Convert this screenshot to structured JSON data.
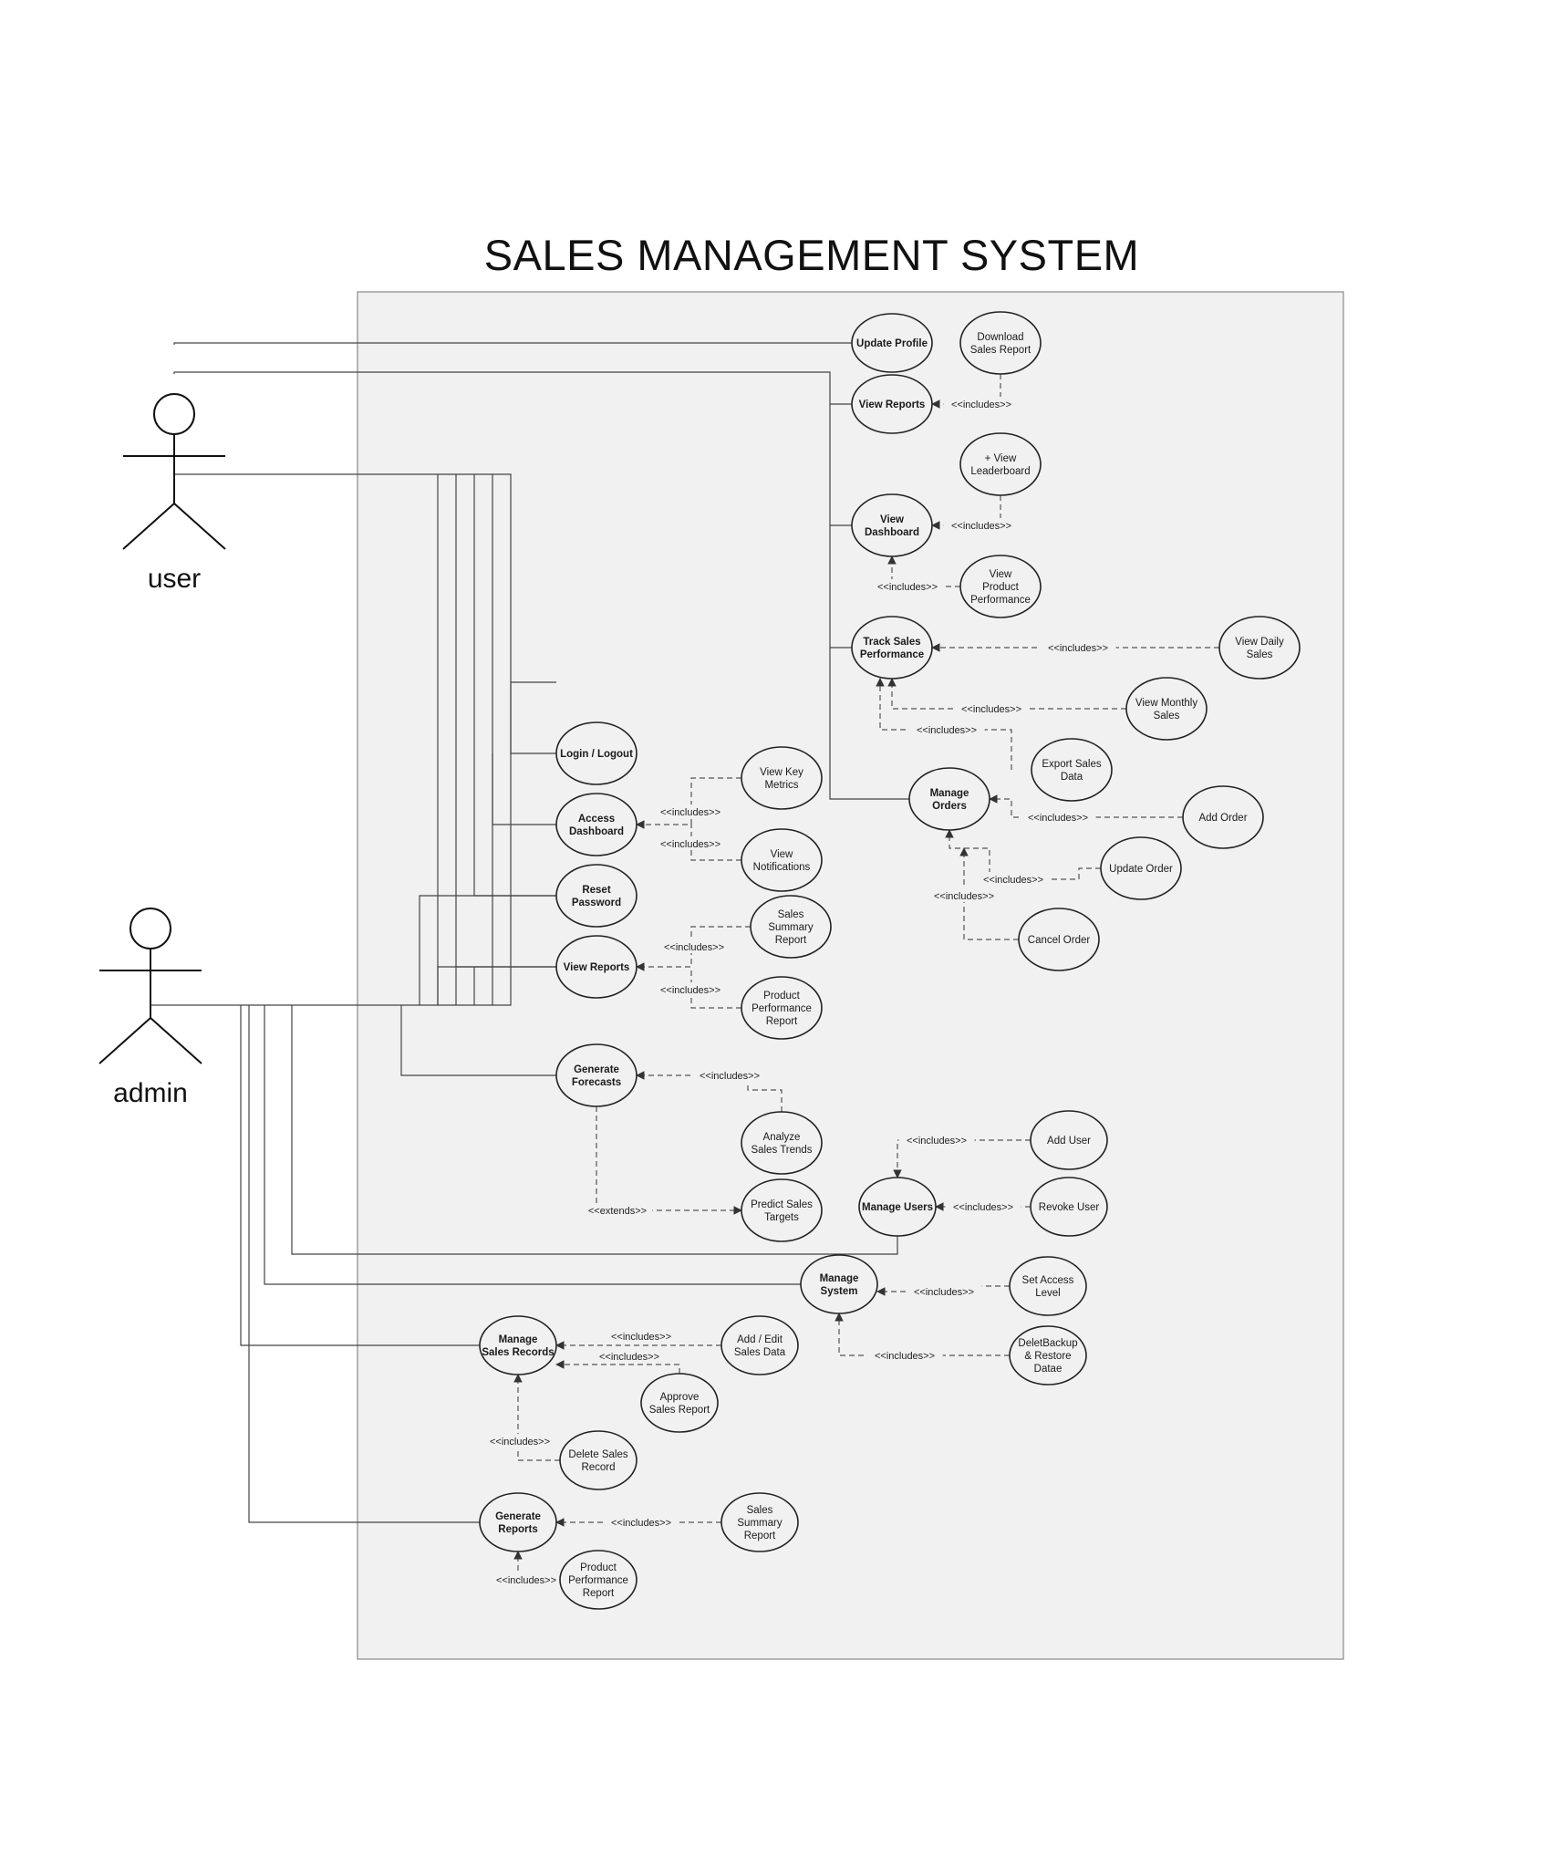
{
  "title": "SALES MANAGEMENT SYSTEM",
  "actors": {
    "user": "user",
    "admin": "admin"
  },
  "use_cases": {
    "update_profile": "Update Profile",
    "download_sales_report": "Download\nSales Report",
    "view_reports_user": "View Reports",
    "view_leaderboard": "+ View\nLeaderboard",
    "view_dashboard": "View\nDashboard",
    "view_product_performance": "View\nProduct\nPerformance",
    "track_sales_performance": "Track Sales\nPerformance",
    "view_daily_sales": "View Daily\nSales",
    "view_monthly_sales": "View Monthly\nSales",
    "export_sales_data": "Export Sales\nData",
    "manage_orders": "Manage\nOrders",
    "add_order": "Add Order",
    "update_order": "Update Order",
    "cancel_order": "Cancel Order",
    "login_logout": "Login / Logout",
    "view_key_metrics": "View Key\nMetrics",
    "access_dashboard": "Access\nDashboard",
    "view_notifications": "View\nNotifications",
    "reset_password": "Reset\nPassword",
    "sales_summary_report_1": "Sales\nSummary\nReport",
    "view_reports_admin": "View Reports",
    "product_performance_report_1": "Product\nPerformance\nReport",
    "generate_forecasts": "Generate\nForecasts",
    "analyze_sales_trends": "Analyze\nSales Trends",
    "predict_sales_targets": "Predict Sales\nTargets",
    "add_user": "Add User",
    "manage_users": "Manage Users",
    "revoke_user": "Revoke User",
    "manage_system": "Manage\nSystem",
    "set_access_level": "Set Access\nLevel",
    "delete_backup_restore": "DeletBackup\n& Restore\nDatae",
    "manage_sales_records": "Manage\nSales Records",
    "add_edit_sales_data": "Add / Edit\nSales Data",
    "approve_sales_report": "Approve\nSales Report",
    "delete_sales_record": "Delete Sales\nRecord",
    "generate_reports": "Generate\nReports",
    "sales_summary_report_2": "Sales\nSummary\nReport",
    "product_performance_report_2": "Product\nPerformance\nReport"
  },
  "relations": {
    "includes": "<<includes>>",
    "extends": "<<extends>>"
  }
}
